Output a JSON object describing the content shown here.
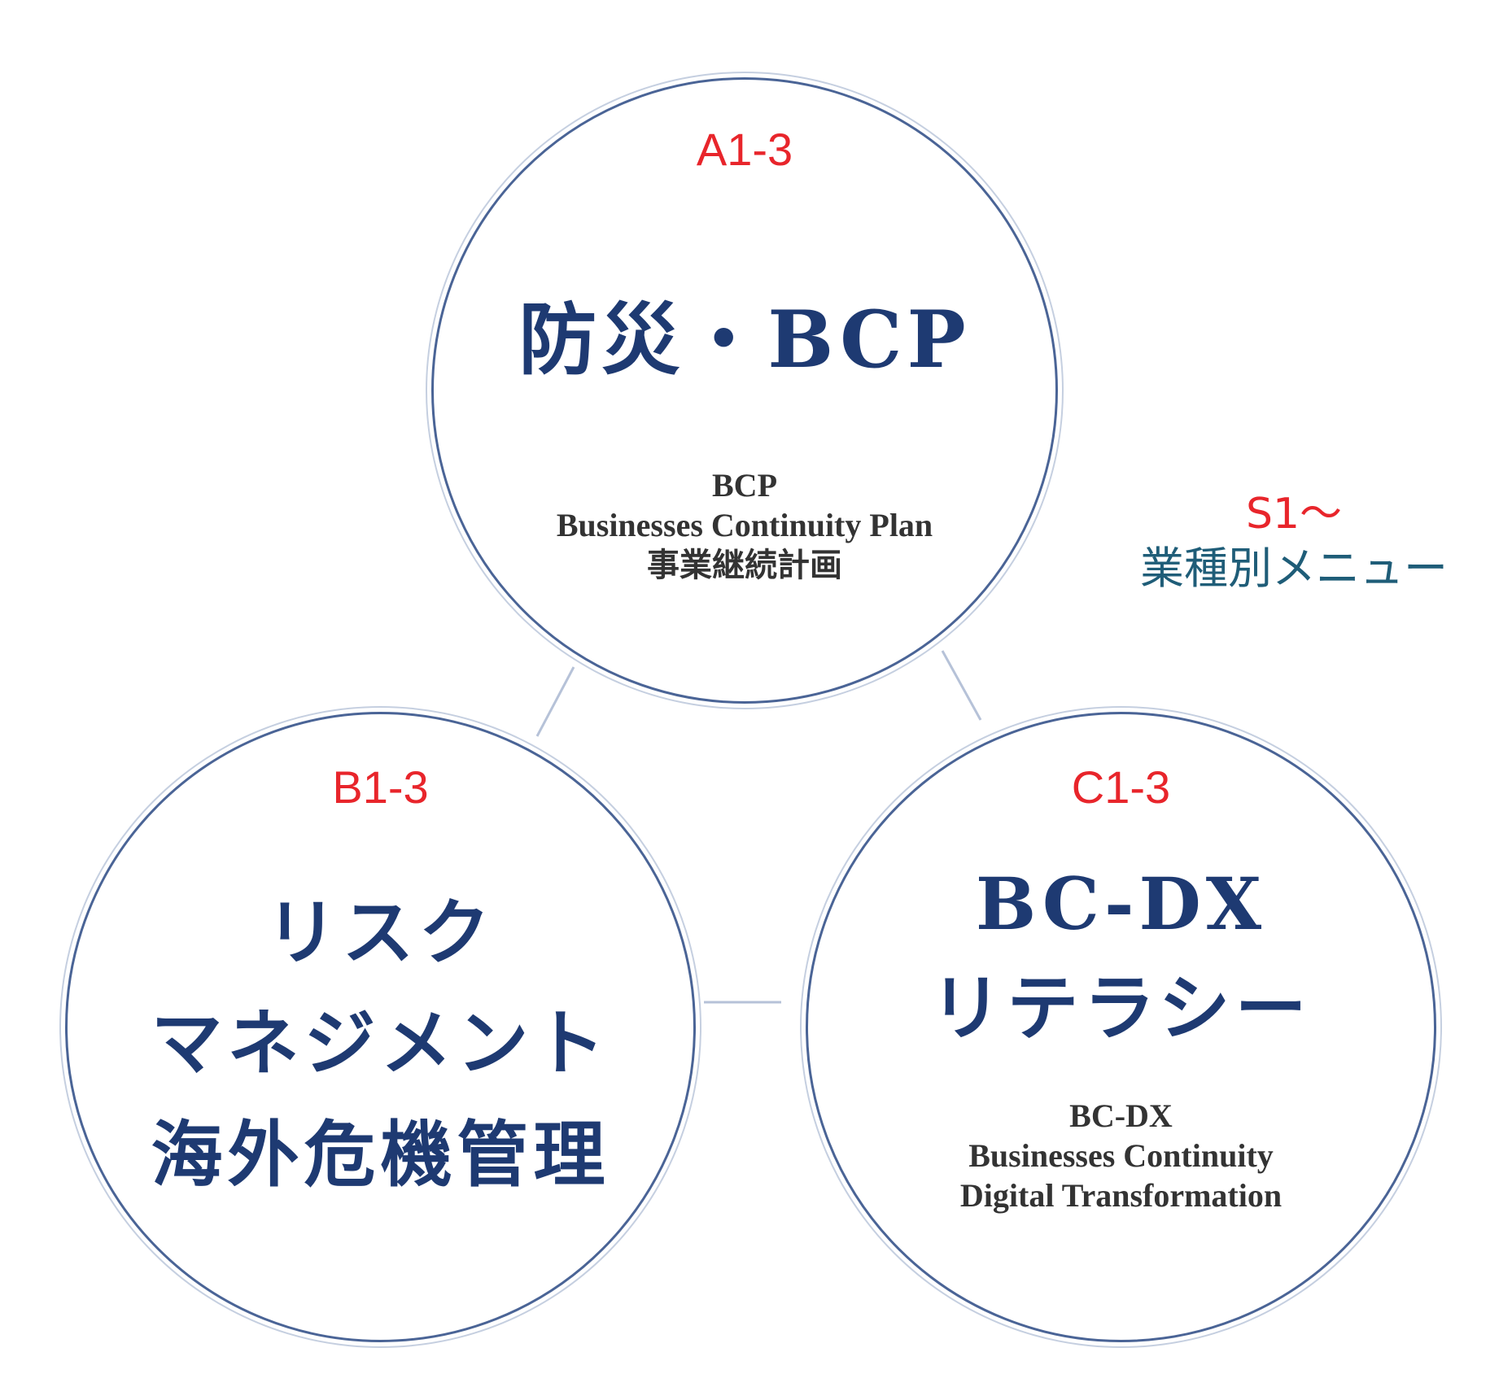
{
  "colors": {
    "ring": "#4a6496",
    "ring_outer": "#c5cfe0",
    "connector": "#b6c2d8",
    "code": "#e8252b",
    "title": "#1e3a72",
    "subtitle": "#333333",
    "side_note_label": "#1f5d78"
  },
  "circles": {
    "top": {
      "code": "A1-3",
      "title": [
        "防災・BCP"
      ],
      "sub": [
        "BCP",
        "Businesses Continuity Plan",
        "事業継続計画"
      ]
    },
    "left": {
      "code": "B1-3",
      "title": [
        "リスク",
        "マネジメント",
        "海外危機管理"
      ]
    },
    "right": {
      "code": "C1-3",
      "title": [
        "BC-DX",
        "リテラシー"
      ],
      "sub": [
        "BC-DX",
        "Businesses Continuity",
        "Digital Transformation"
      ]
    }
  },
  "side_note": {
    "code": "S1～",
    "label": "業種別メニュー"
  }
}
